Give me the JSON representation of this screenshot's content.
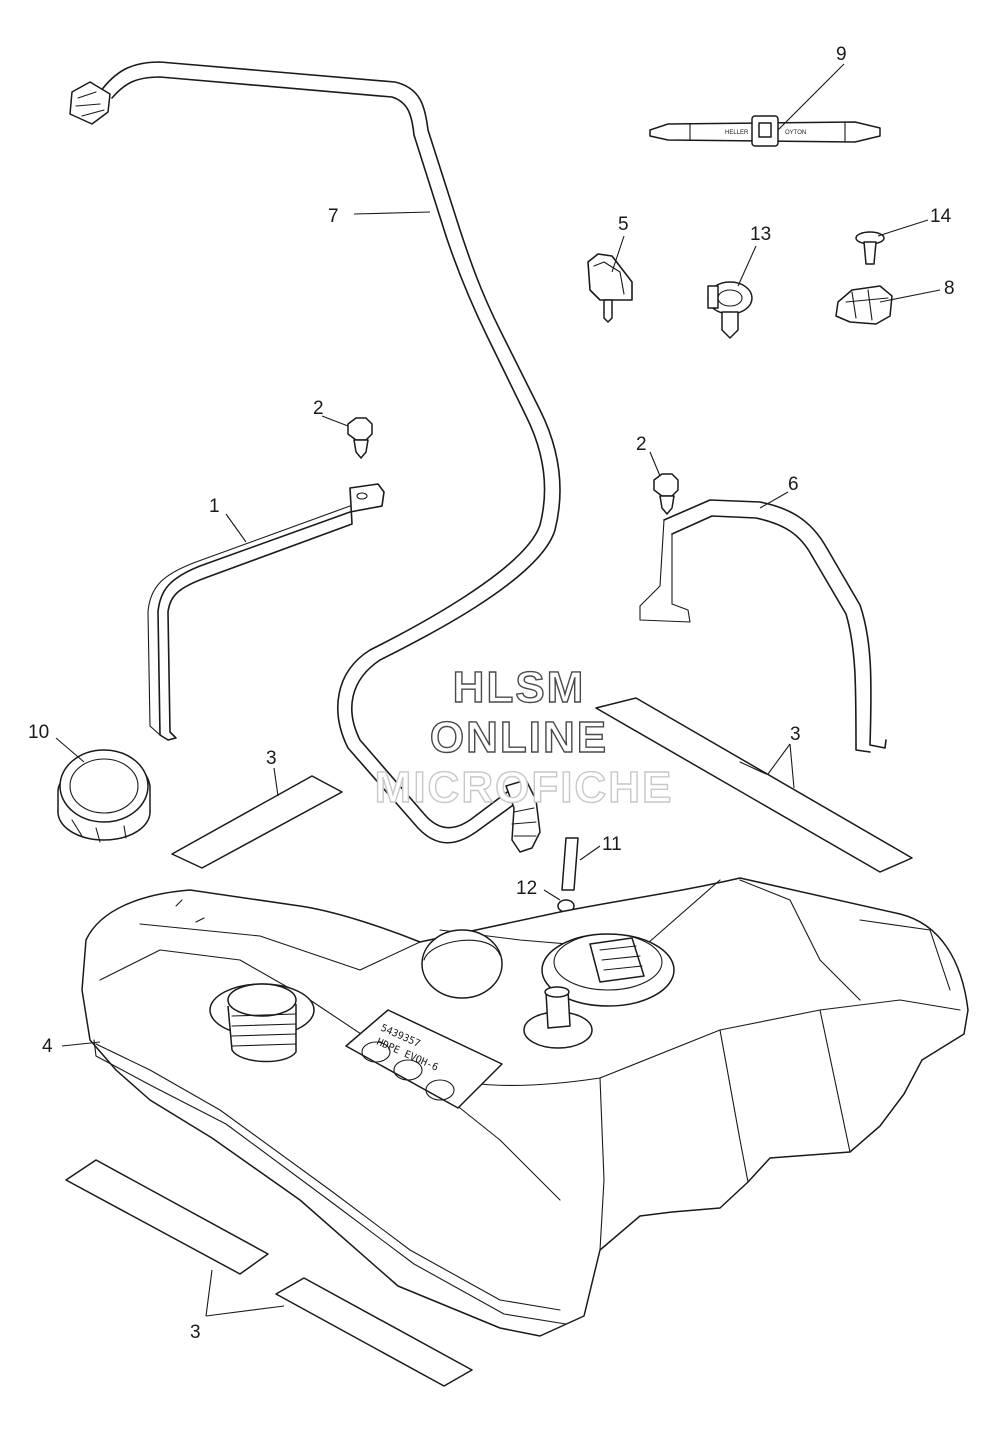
{
  "diagram": {
    "callouts": [
      {
        "id": "c1",
        "label": "1"
      },
      {
        "id": "c2a",
        "label": "2"
      },
      {
        "id": "c2b",
        "label": "2"
      },
      {
        "id": "c3a",
        "label": "3"
      },
      {
        "id": "c3b",
        "label": "3"
      },
      {
        "id": "c3c",
        "label": "3"
      },
      {
        "id": "c4",
        "label": "4"
      },
      {
        "id": "c5",
        "label": "5"
      },
      {
        "id": "c6",
        "label": "6"
      },
      {
        "id": "c7",
        "label": "7"
      },
      {
        "id": "c8",
        "label": "8"
      },
      {
        "id": "c9",
        "label": "9"
      },
      {
        "id": "c10",
        "label": "10"
      },
      {
        "id": "c11",
        "label": "11"
      },
      {
        "id": "c12",
        "label": "12"
      },
      {
        "id": "c13",
        "label": "13"
      },
      {
        "id": "c14",
        "label": "14"
      }
    ],
    "watermark": {
      "line1": "HLSM",
      "line2": "ONLINE",
      "line3": "MICROFICHE"
    },
    "tank_label": {
      "part_no": "5439357",
      "material": "HDPE EVOH-6"
    },
    "tie_strap_text": {
      "left": "HELLER",
      "right": "OYTON"
    }
  }
}
